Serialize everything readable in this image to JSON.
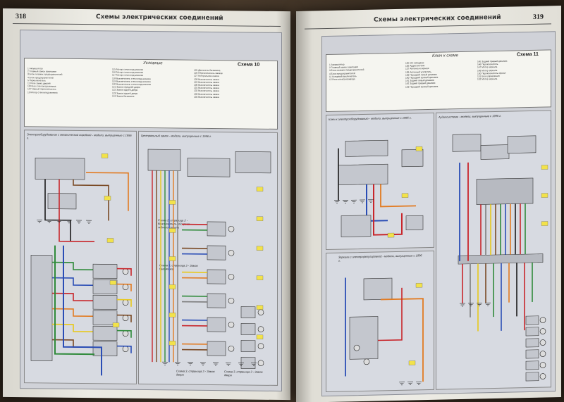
{
  "book": {
    "left_page_number": "318",
    "right_page_number": "319",
    "left_header": "Схемы электрических соединений",
    "right_header": "Схемы электрических соединений"
  },
  "left": {
    "legend_title": "Условные",
    "scheme_label": "Схема 10",
    "captions": [
      "Электрооборудование с механической коробкой - модели, выпущенные с 1996 г.",
      "Центральный замок - модели, выпущенные с 1996 г.",
      "Схема 2, страница 2 - Выключатель обогрева заднего стекла",
      "Схема 3, страница 3 - Замок багажника",
      "Схема 3, страница 3 - Замок двери",
      "Схема 3, страница 3 - Замок двери"
    ],
    "legend_items_col1": [
      "1 Аккумулятор",
      "2 Главный замок зажигания",
      "3 Блок плавких предохранителей",
      "4 Блок предохранителей",
      "5 Переключатель",
      "11 Реле замка дверей",
      "13 Реле стеклоподъемника",
      "14 Главный переключатель",
      "15 Мотор стеклоподъемника"
    ],
    "legend_items_col2": [
      "115 Мотор стеклоподъемника",
      "116 Мотор стеклоподъемника",
      "117 Мотор стеклоподъемника",
      "118 Выключатель стеклоподъемника",
      "119 Выключатель стеклоподъемника",
      "120 Выключатель стеклоподъемника",
      "121 Замок передней двери",
      "122 Замок задней двери",
      "123 Замок задней двери",
      "124 Замок багажника"
    ],
    "legend_items_col3": [
      "125 Двигатель багажника",
      "126 Переключатель замков",
      "127 Контрольная лампа",
      "128 Выключатель замка",
      "129 Выключатель замка",
      "130 Выключатель замка",
      "131 Выключатель замка",
      "132 Выключатель замка",
      "133 Выключатель замка",
      "134 Выключатель замка"
    ]
  },
  "right": {
    "legend_title": "Ключ к схеме",
    "scheme_label": "Схема 11",
    "captions": [
      "Ключ к электрооборудованию - модели, выпущенные с 1996 г.",
      "Аудиосистема - модели, выпущенные с 1996 г.",
      "Зеркала с электрорегулировкой - модели, выпущенные с 1996 г."
    ],
    "legend_items_col1": [
      "1 Аккумулятор",
      "2 Главный замок зажигания",
      "3 Блок плавких предохранителей",
      "4 Блок предохранителей",
      "11 Концевой выключатель",
      "12 Реле электропривода"
    ],
    "legend_items_col2": [
      "135 CD-чейнджер",
      "136 Аудиосистема",
      "137 Антенна на крыше",
      "138 Антенный усилитель",
      "139 Передний левый динамик",
      "140 Передний правый динамик",
      "141 Задний левый динамик",
      "142 Задний правый динамик",
      "143 Передний правый динамик"
    ],
    "legend_items_col3": [
      "145 Задний правый динамик",
      "146 Переключатель",
      "147 Мотор зеркала",
      "148 Мотор зеркала",
      "150 Переключатель зеркал",
      "151 Блок управления",
      "152 Мотор зеркала"
    ]
  },
  "colors": {
    "wire_red": "#c8262b",
    "wire_blue": "#2a4db5",
    "wire_green": "#2f8a3a",
    "wire_yellow": "#e8c81a",
    "wire_orange": "#e27b22",
    "wire_brown": "#7a4a25",
    "wire_black": "#1a1a1a",
    "wire_grey": "#7d7d7d",
    "label_yellow": "#f2e24a"
  }
}
